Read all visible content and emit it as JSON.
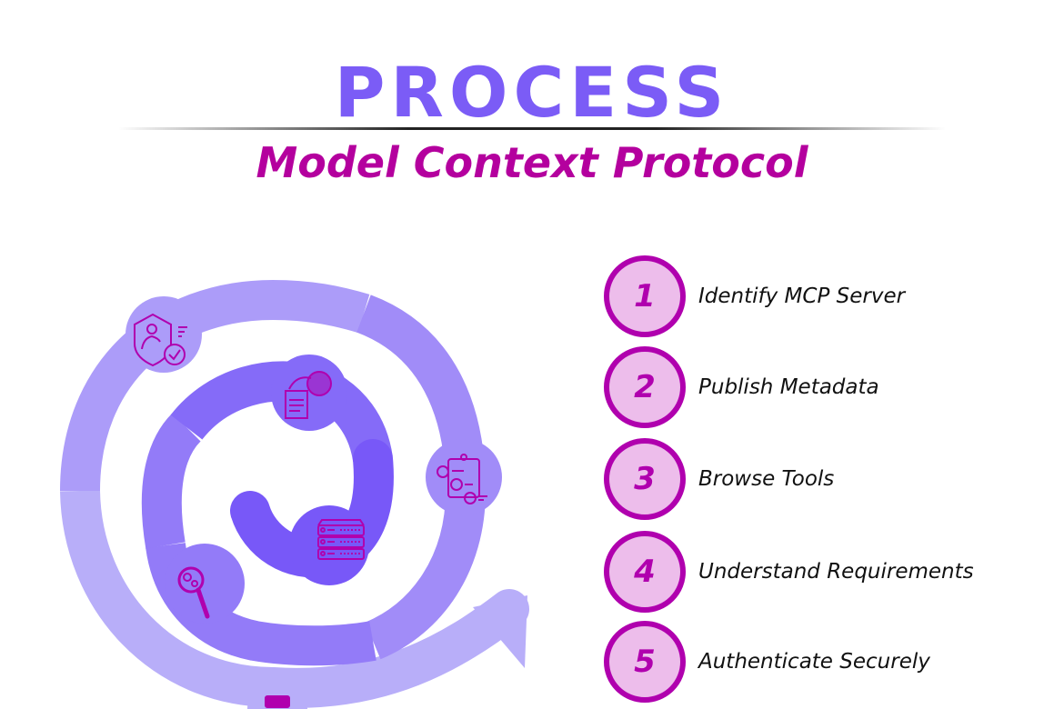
{
  "header": {
    "title": "PROCESS",
    "subtitle": "Model Context Protocol"
  },
  "steps": [
    {
      "number": "1",
      "label": "Identify MCP Server",
      "icon": "shield-user-check-icon"
    },
    {
      "number": "2",
      "label": "Publish Metadata",
      "icon": "document-globe-icon"
    },
    {
      "number": "3",
      "label": "Browse Tools",
      "icon": "numbered-clipboard-icon"
    },
    {
      "number": "4",
      "label": "Understand Requirements",
      "icon": "magnifier-gears-icon"
    },
    {
      "number": "5",
      "label": "Authenticate Securely",
      "icon": "server-rack-icon"
    }
  ],
  "colors": {
    "primary": "#7B5CF6",
    "accent": "#B000AE",
    "badge_fill": "#EDBDEB"
  }
}
